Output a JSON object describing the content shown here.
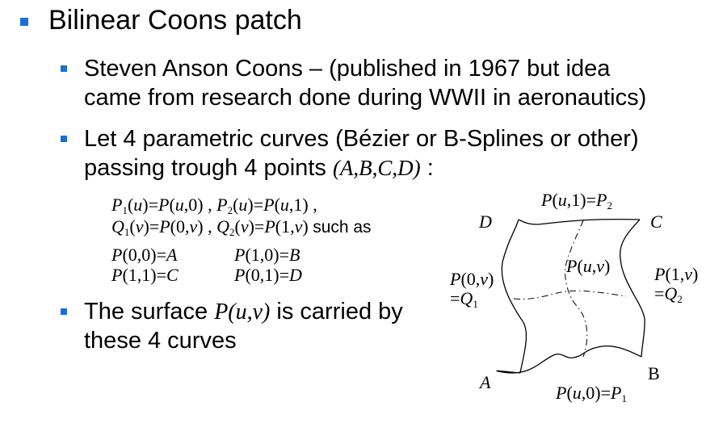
{
  "slide": {
    "title": "Bilinear Coons patch",
    "bullets": [
      {
        "line1": "Steven Anson Coons – (published in 1967 but idea",
        "line2": "came from research done during WWII in aeronautics)"
      },
      {
        "line1": "Let 4 parametric curves (Bézier or B-Splines or other)",
        "line2_text": "passing trough 4 points ",
        "line2_math": "(A,B,C,D)",
        "line2_tail": " :"
      },
      {
        "line1_pre": "The surface ",
        "line1_math": "P(u,v)",
        "line1_post": " is carried by",
        "line2": "these 4 curves"
      }
    ],
    "equations": {
      "row1": "P₁(u)=P(u,0) , P₂(u)=P(u,1) ,",
      "row2_math": "Q₁(v)=P(0,v) , Q₂(v)=P(1,v)",
      "row2_text": "such as",
      "row3_a": "P(0,0)=A",
      "row3_b": "P(1,0)=B",
      "row4_a": "P(1,1)=C",
      "row4_b": "P(0,1)=D"
    },
    "diagram": {
      "corner_D": "D",
      "corner_C": "C",
      "corner_A": "A",
      "corner_B": "B",
      "top_label": "P(u,1)=P",
      "top_sub": "2",
      "bottom_label": "P(u,0)=P",
      "bottom_sub": "1",
      "left_label1": "P(0,v)",
      "left_label2": "=Q",
      "left_sub": "1",
      "right_label1": "P(1,v)",
      "right_label2": "=Q",
      "right_sub": "2",
      "center_label": "P(u,v)"
    },
    "colors": {
      "bullet": "#1a6fd6",
      "text": "#000000",
      "background": "#ffffff"
    }
  }
}
